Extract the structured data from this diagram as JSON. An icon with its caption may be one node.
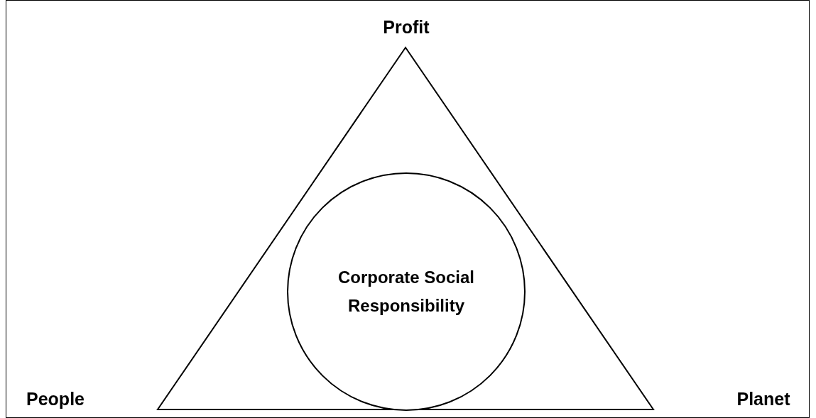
{
  "diagram": {
    "nodes": [
      {
        "text": [],
        "shape": "triangle"
      },
      {
        "text": [
          "Corporate Social Responsibility"
        ],
        "in": 0
      }
    ],
    "edges": [],
    "labels": [
      "Profit",
      "People",
      "Planet"
    ]
  }
}
